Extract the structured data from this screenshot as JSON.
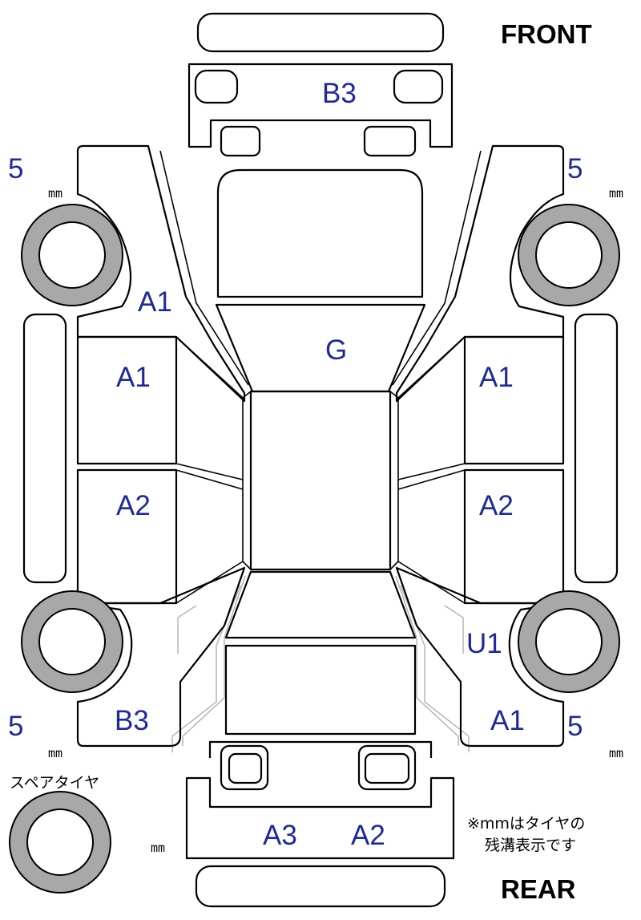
{
  "labels": {
    "front": "FRONT",
    "rear": "REAR",
    "spare_tire": "スペアタイヤ",
    "note_line1": "※mmはタイヤの",
    "note_line2": "残溝表示です",
    "mm": "mm"
  },
  "tread_depth": {
    "front_left": "5",
    "front_right": "5",
    "rear_left": "5",
    "rear_right": "5"
  },
  "damage_codes": {
    "front_bumper": "B3",
    "windshield": "G",
    "front_left_pillar": "A1",
    "left_front_door": "A1",
    "left_rear_door": "A2",
    "right_front_door": "A1",
    "right_rear_door": "A2",
    "right_rear_quarter_upper": "U1",
    "right_rear_quarter_lower": "A1",
    "left_rear_quarter": "B3",
    "rear_bumper_left": "A3",
    "rear_bumper_right": "A2"
  },
  "colors": {
    "code_text": "#1e2a9a",
    "tire_fill": "#a8a8a8",
    "outline": "#000000"
  }
}
